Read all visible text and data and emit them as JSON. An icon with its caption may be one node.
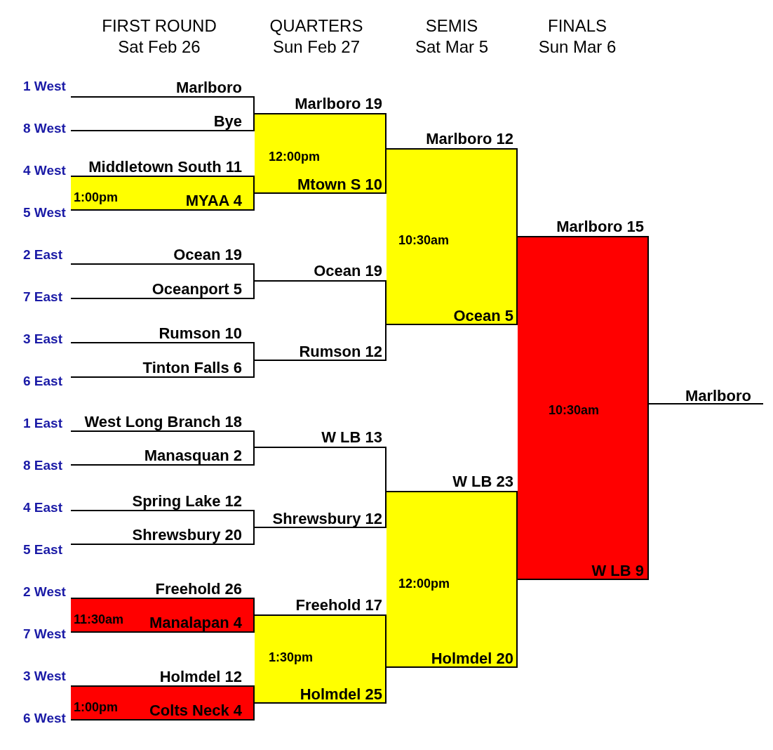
{
  "diagram": {
    "nodes": [
      {
        "text": [
          "Marlboro",
          "Bye"
        ],
        "beside": [
          "1 West",
          "8 West"
        ]
      },
      {
        "text": [
          "Middletown South 11",
          "1:00pm",
          "MYAA 4"
        ],
        "beside": [
          "4 West",
          "5 West"
        ]
      },
      {
        "text": [
          "Ocean 19",
          "Oceanport 5"
        ],
        "beside": [
          "2 East",
          "7 East"
        ]
      },
      {
        "text": [
          "Rumson 10",
          "Tinton Falls 6"
        ],
        "beside": [
          "3 East",
          "6 East"
        ]
      },
      {
        "text": [
          "West Long Branch 18",
          "Manasquan 2"
        ],
        "beside": [
          "1 East",
          "8 East"
        ]
      },
      {
        "text": [
          "Spring Lake 12",
          "Shrewsbury 20"
        ],
        "beside": [
          "4 East",
          "5 East"
        ]
      },
      {
        "text": [
          "Freehold 26",
          "11:30am",
          "Manalapan 4"
        ],
        "beside": [
          "2 West",
          "7 West"
        ]
      },
      {
        "text": [
          "Holmdel 12",
          "1:00pm",
          "Colts Neck 4"
        ],
        "beside": [
          "3 West",
          "6 West"
        ]
      },
      {
        "text": [
          "Marlboro 19",
          "12:00pm",
          "Mtown S 10"
        ]
      },
      {
        "text": [
          "Ocean 19",
          "Rumson 12"
        ]
      },
      {
        "text": [
          "W LB 13",
          "Shrewsbury 12"
        ]
      },
      {
        "text": [
          "Freehold 17",
          "1:30pm",
          "Holmdel 25"
        ]
      },
      {
        "text": [
          "Marlboro 12",
          "10:30am",
          "Ocean 5"
        ]
      },
      {
        "text": [
          "W LB 23",
          "12:00pm",
          "Holmdel 20"
        ]
      },
      {
        "text": [
          "Marlboro 15",
          "10:30am",
          "W LB 9"
        ]
      },
      {
        "text": [
          "Marlboro"
        ]
      }
    ],
    "edges": [
      {
        "from": 0,
        "to": 8,
        "arrow": "none"
      },
      {
        "from": 1,
        "to": 8,
        "arrow": "none"
      },
      {
        "from": 2,
        "to": 9,
        "arrow": "none"
      },
      {
        "from": 3,
        "to": 9,
        "arrow": "none"
      },
      {
        "from": 4,
        "to": 10,
        "arrow": "none"
      },
      {
        "from": 5,
        "to": 10,
        "arrow": "none"
      },
      {
        "from": 6,
        "to": 11,
        "arrow": "none"
      },
      {
        "from": 7,
        "to": 11,
        "arrow": "none"
      },
      {
        "from": 8,
        "to": 12,
        "arrow": "none"
      },
      {
        "from": 9,
        "to": 12,
        "arrow": "none"
      },
      {
        "from": 10,
        "to": 13,
        "arrow": "none"
      },
      {
        "from": 11,
        "to": 13,
        "arrow": "none"
      },
      {
        "from": 12,
        "to": 14,
        "arrow": "none"
      },
      {
        "from": 13,
        "to": 14,
        "arrow": "none"
      },
      {
        "from": 14,
        "to": 15,
        "arrow": "none"
      }
    ],
    "labels": [
      "FIRST ROUND",
      "Sat Feb 26",
      "QUARTERS",
      "Sun Feb 27",
      "SEMIS",
      "Sat Mar 5",
      "FINALS",
      "Sun Mar 6"
    ]
  }
}
